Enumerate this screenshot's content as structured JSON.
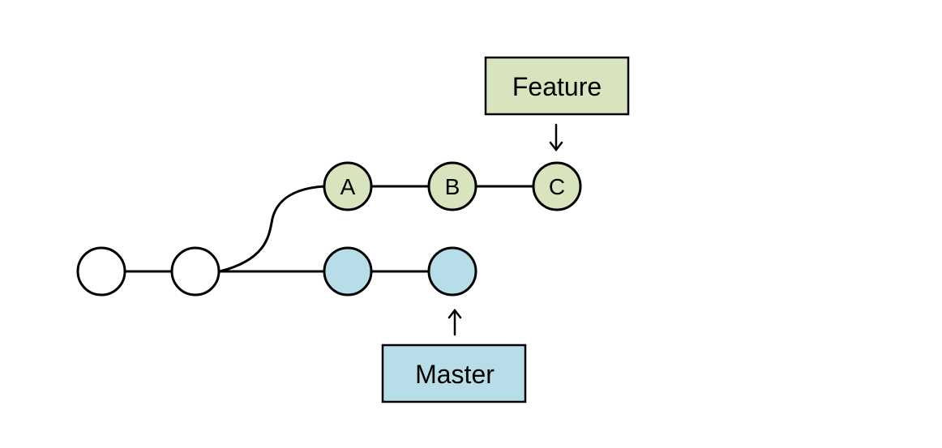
{
  "colors": {
    "feature": "#d7e4bd",
    "master": "#b7dde8",
    "base": "#ffffff"
  },
  "commits": {
    "a": "A",
    "b": "B",
    "c": "C"
  },
  "branches": {
    "feature": "Feature",
    "master": "Master"
  }
}
